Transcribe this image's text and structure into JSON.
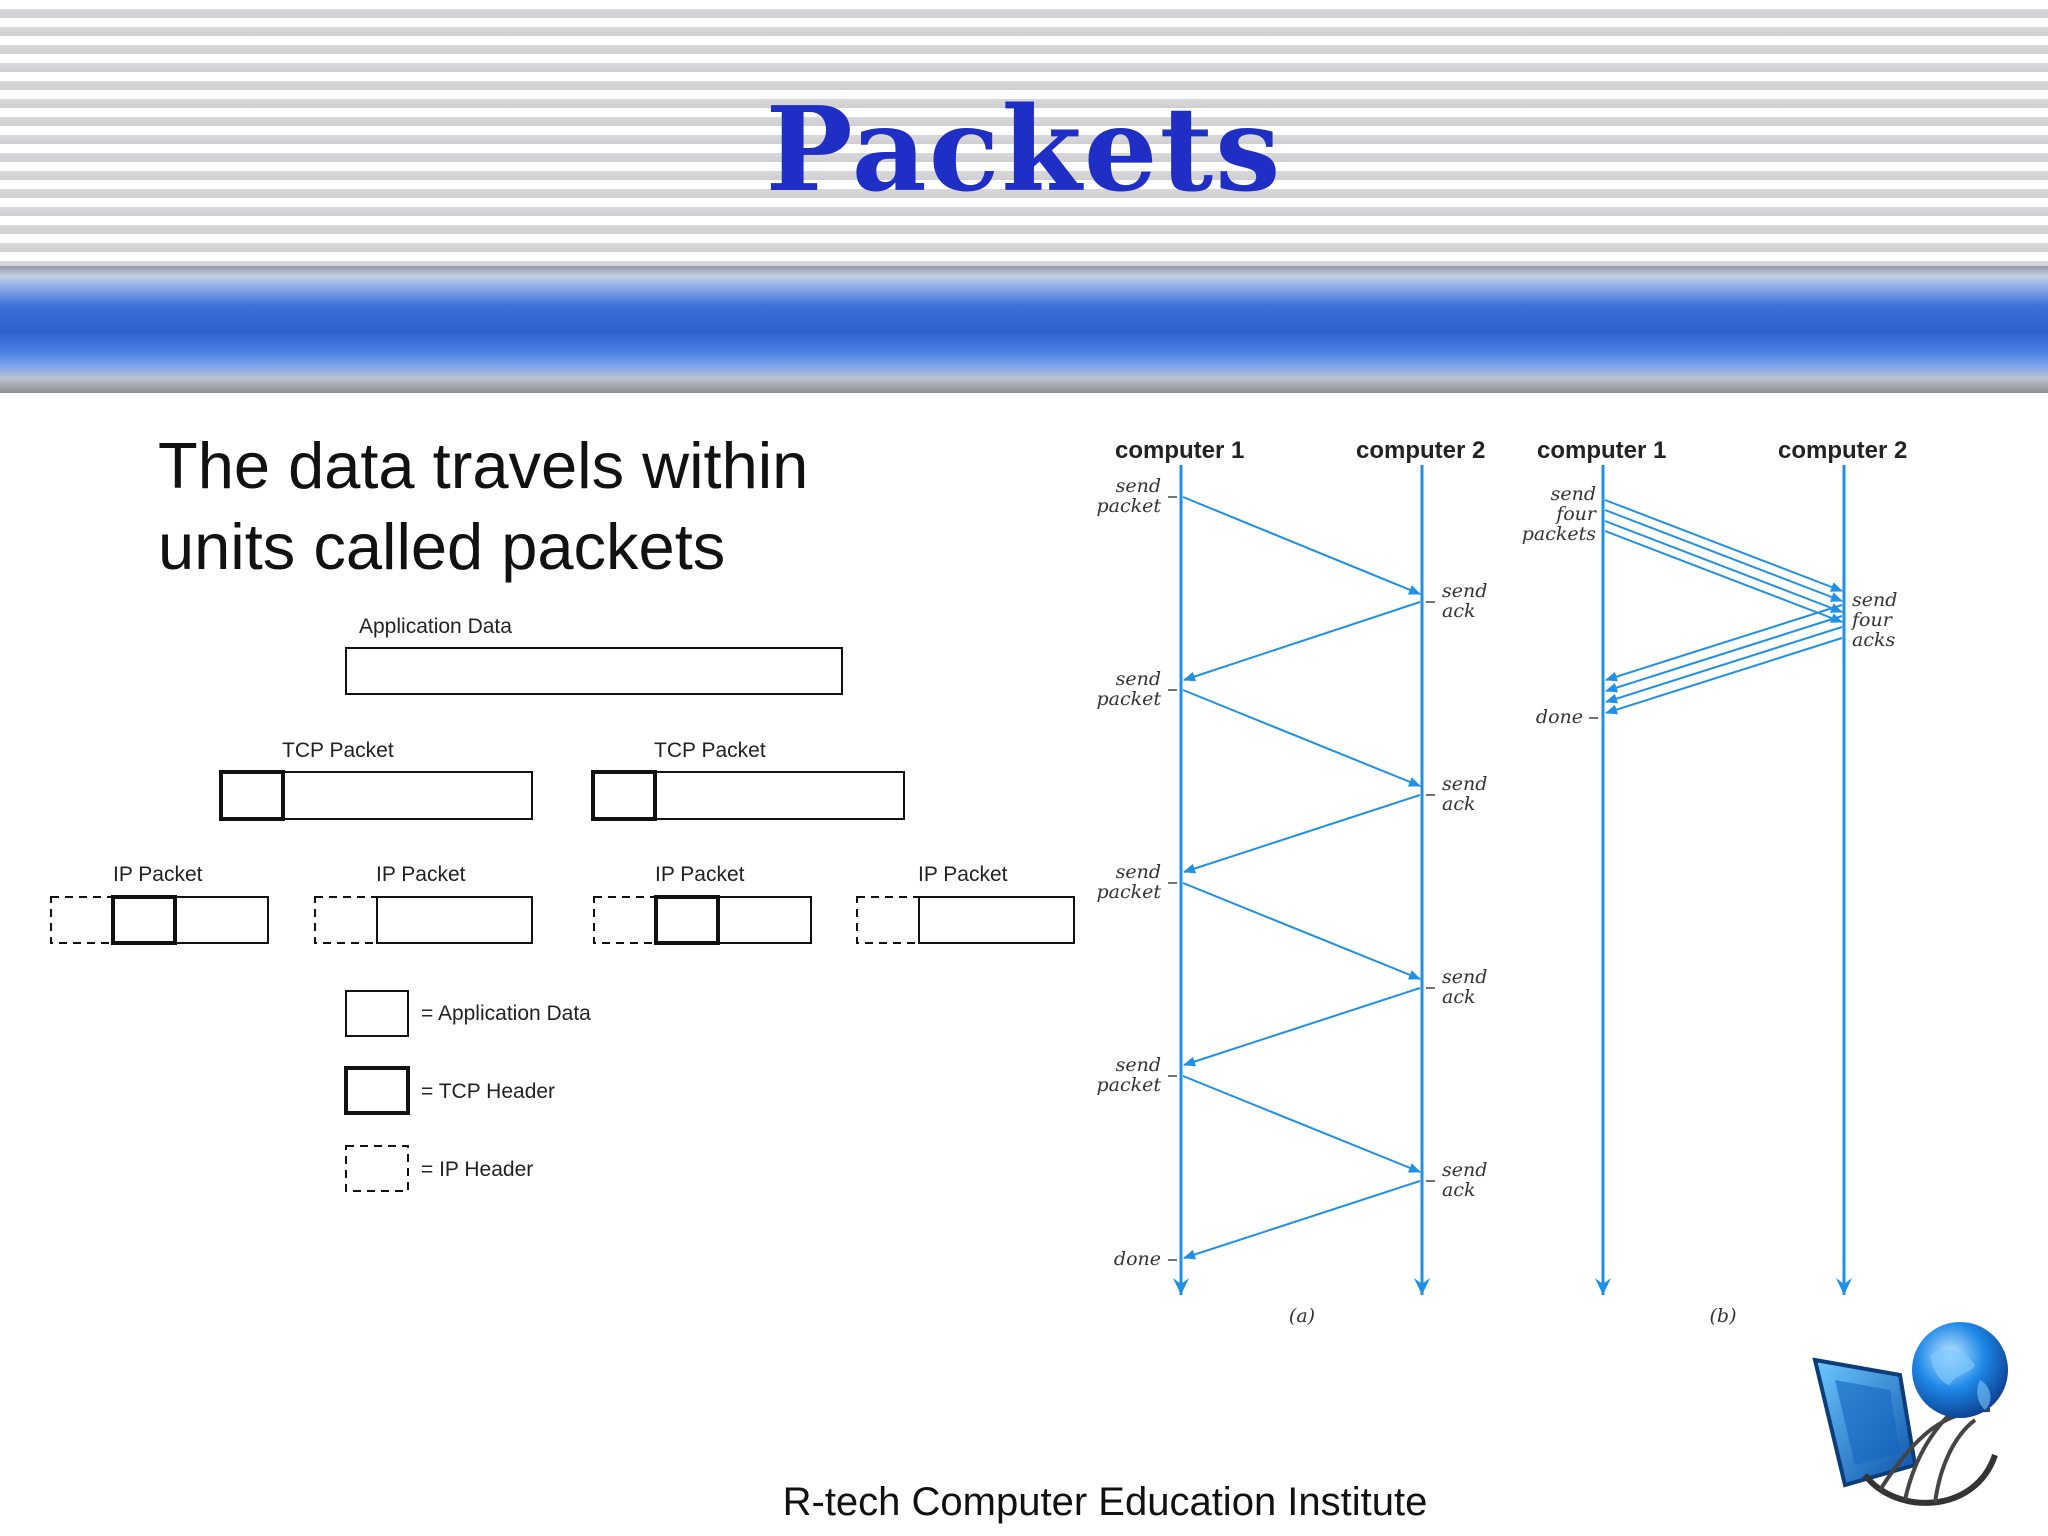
{
  "slide": {
    "title": "Packets",
    "intro_line1": "The data travels within",
    "intro_line2": "units called packets",
    "footer": "R-tech Computer Education Institute"
  },
  "encapsulation": {
    "application_data_label": "Application Data",
    "tcp_packet_label": "TCP Packet",
    "ip_packet_label": "IP Packet",
    "legend": {
      "application_data": "= Application Data",
      "tcp_header": "= TCP Header",
      "ip_header": "= IP Header"
    }
  },
  "timing": {
    "computer1": "computer 1",
    "computer2": "computer 2",
    "send": "send",
    "packet": "packet",
    "ack": "ack",
    "four": "four",
    "packets": "packets",
    "acks": "acks",
    "done": "done",
    "caption_a": "(a)",
    "caption_b": "(b)",
    "arrow_color": "#1e90e8"
  }
}
